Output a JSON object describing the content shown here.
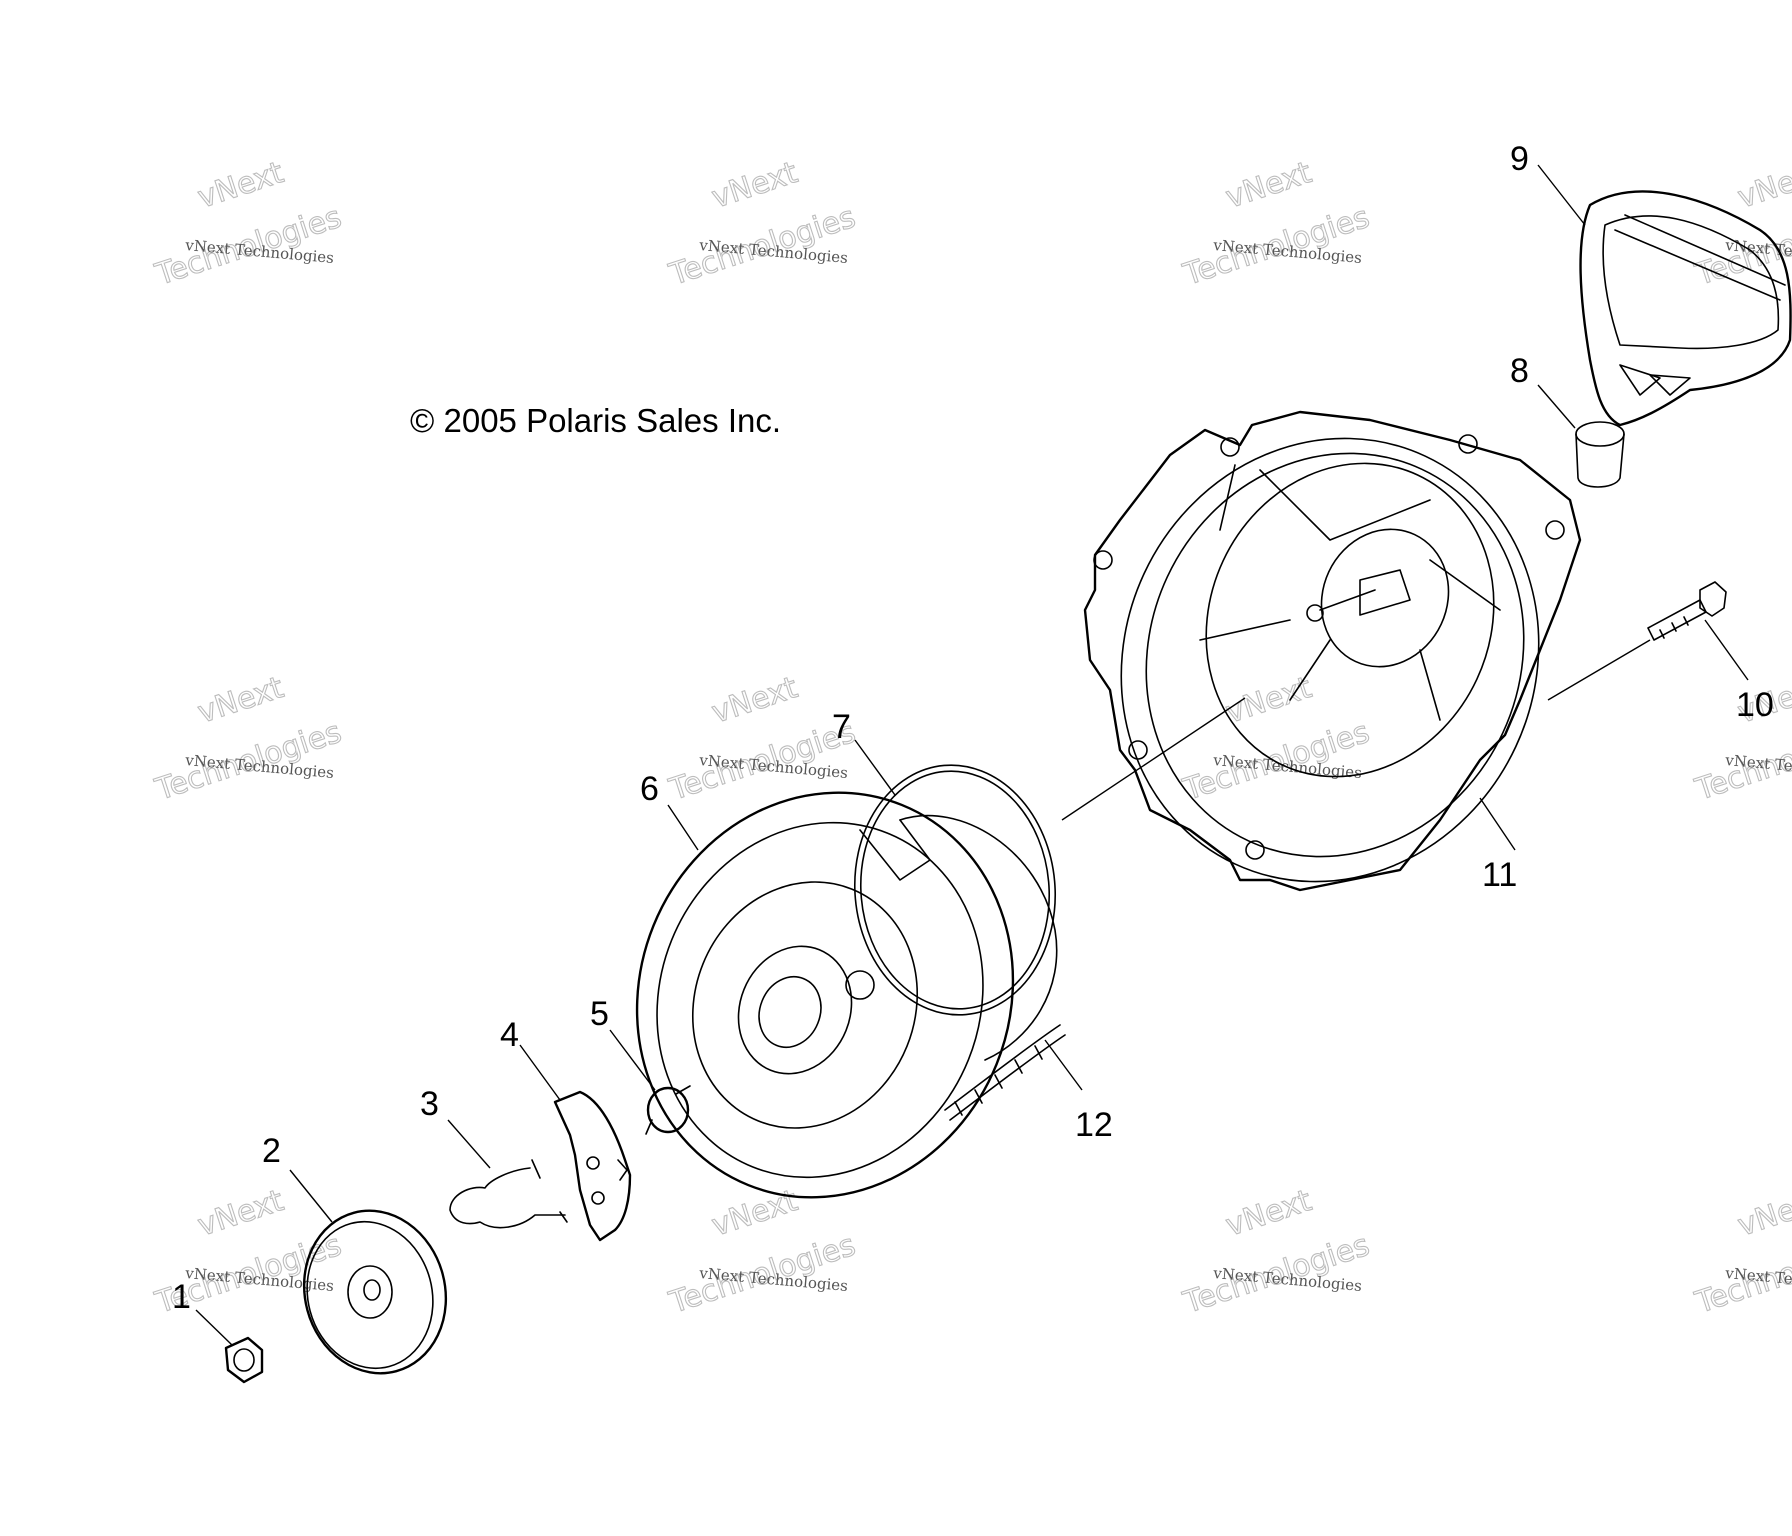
{
  "copyright": "© 2005 Polaris Sales Inc.",
  "watermark": {
    "line_small": "vNext Technologies",
    "word_a": "vNext",
    "word_b": "Technologies"
  },
  "callouts": {
    "c1": "1",
    "c2": "2",
    "c3": "3",
    "c4": "4",
    "c5": "5",
    "c6": "6",
    "c7": "7",
    "c8": "8",
    "c9": "9",
    "c10": "10",
    "c11": "11",
    "c12": "12"
  },
  "colors": {
    "line": "#000000",
    "background": "#ffffff",
    "watermark": "#bdbdbd"
  }
}
